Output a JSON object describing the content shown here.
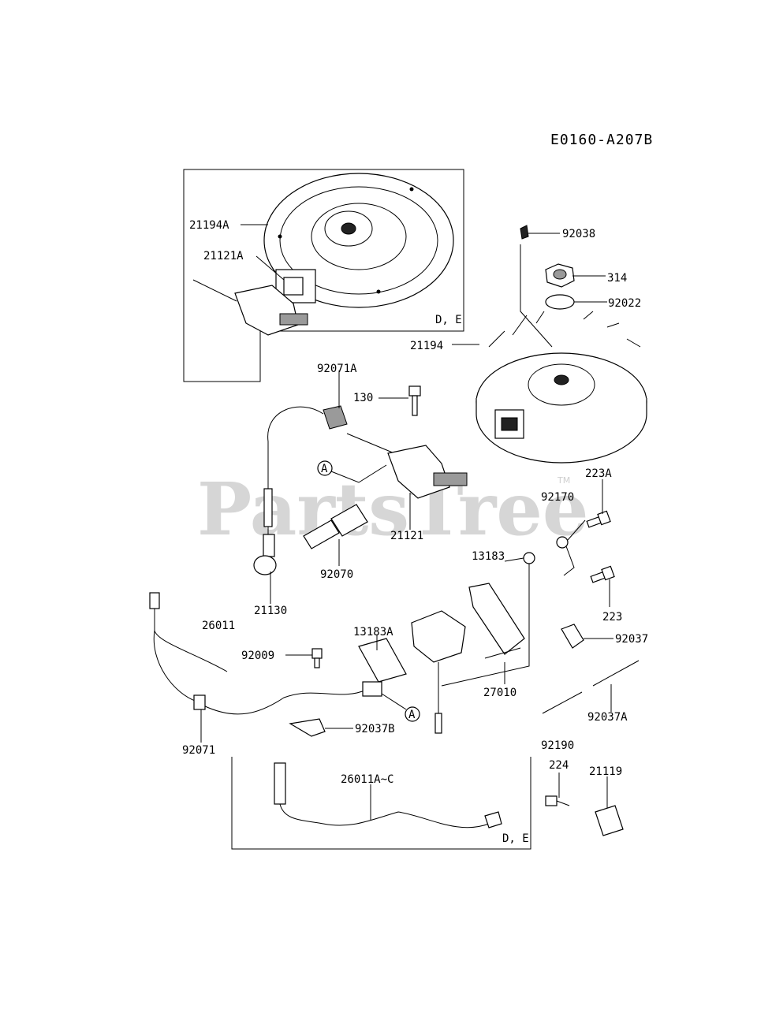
{
  "diagram_code": "E0160-A207B",
  "watermark": "PartsTree",
  "watermark_tm": "TM",
  "box_labels": [
    "D, E",
    "D, E"
  ],
  "circle_labels": [
    "A",
    "A"
  ],
  "parts": {
    "p21194A": "21194A",
    "p21121A": "21121A",
    "p92038": "92038",
    "p314": "314",
    "p92022": "92022",
    "p92071A": "92071A",
    "p130": "130",
    "p21194": "21194",
    "p223A": "223A",
    "p92170": "92170",
    "p21121": "21121",
    "p92070": "92070",
    "p13183": "13183",
    "p21130": "21130",
    "p26011": "26011",
    "p13183A": "13183A",
    "p223": "223",
    "p92037": "92037",
    "p92009": "92009",
    "p27010": "27010",
    "p92037B": "92037B",
    "p92037A": "92037A",
    "p92071": "92071",
    "p92190": "92190",
    "p224": "224",
    "p21119": "21119",
    "p26011AC": "26011A~C"
  }
}
